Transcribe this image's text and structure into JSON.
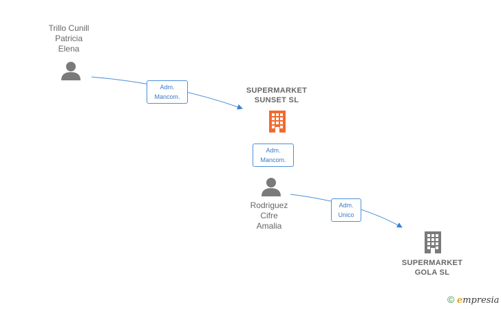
{
  "nodes": {
    "trillo": {
      "lines": [
        "Trillo Cunill",
        "Patricia",
        "Elena"
      ],
      "type": "person",
      "color": "#7a7a7a"
    },
    "sunset": {
      "lines": [
        "SUPERMARKET",
        "SUNSET  SL"
      ],
      "type": "company",
      "color": "#f26a2e"
    },
    "rodriguez": {
      "lines": [
        "Rodriguez",
        "Cifre",
        "Amalia"
      ],
      "type": "person",
      "color": "#7a7a7a"
    },
    "gola": {
      "lines": [
        "SUPERMARKET",
        "GOLA  SL"
      ],
      "type": "company",
      "color": "#7a7a7a"
    }
  },
  "edges": {
    "trillo_sunset": {
      "lines": [
        "Adm.",
        "Mancom."
      ]
    },
    "rodriguez_sunset": {
      "lines": [
        "Adm.",
        "Mancom."
      ]
    },
    "rodriguez_gola": {
      "lines": [
        "Adm.",
        "Unico"
      ]
    }
  },
  "brand": {
    "copyright": "©",
    "e_letter": "e",
    "rest": "mpresia"
  },
  "colors": {
    "edge": "#4a90d9",
    "text": "#666666"
  }
}
